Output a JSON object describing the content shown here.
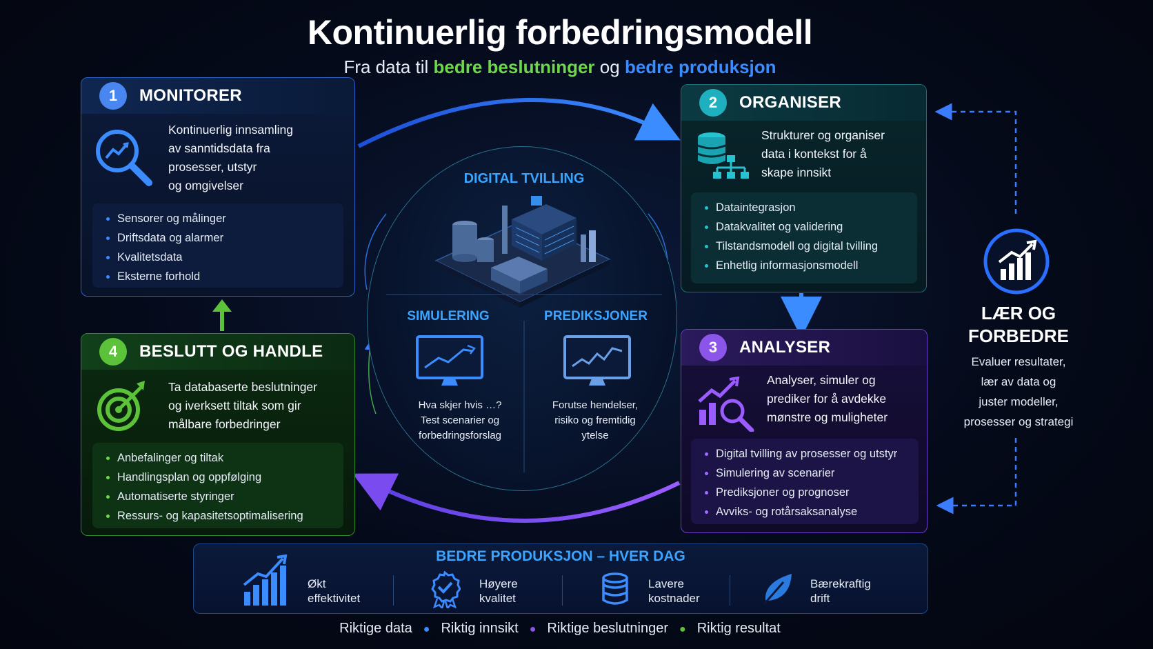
{
  "title": "Kontinuerlig forbedringsmodell",
  "subtitle": {
    "prefix": "Fra data til",
    "highlight1": "bedre beslutninger",
    "middle": "og",
    "highlight2": "bedre produksjon"
  },
  "cards": {
    "monitor": {
      "number": "1",
      "title": "MONITORER",
      "icon": "magnifier-chart-icon",
      "desc": [
        "Kontinuerlig innsamling",
        "av sanntidsdata fra",
        "prosesser, utstyr",
        "og omgivelser"
      ],
      "bullets": [
        "Sensorer og målinger",
        "Driftsdata og alarmer",
        "Kvalitetsdata",
        "Eksterne forhold"
      ]
    },
    "organise": {
      "number": "2",
      "title": "ORGANISER",
      "icon": "database-network-icon",
      "desc": [
        "Strukturer og organiser",
        "data i kontekst for å",
        "skape innsikt"
      ],
      "bullets": [
        "Dataintegrasjon",
        "Datakvalitet og validering",
        "Tilstandsmodell og digital tvilling",
        "Enhetlig informasjonsmodell"
      ]
    },
    "analyse": {
      "number": "3",
      "title": "ANALYSER",
      "icon": "analytics-magnifier-icon",
      "desc": [
        "Analyser, simuler og",
        "prediker for å avdekke",
        "mønstre og muligheter"
      ],
      "bullets": [
        "Digital tvilling av prosesser og utstyr",
        "Simulering av scenarier",
        "Prediksjoner og prognoser",
        "Avviks- og rotårsaksanalyse"
      ]
    },
    "decide": {
      "number": "4",
      "title": "BESLUTT OG HANDLE",
      "icon": "target-arrow-icon",
      "desc": [
        "Ta databaserte beslutninger",
        "og iverksett tiltak som gir",
        "målbare forbedringer"
      ],
      "bullets": [
        "Anbefalinger og tiltak",
        "Handlingsplan og oppfølging",
        "Automatiserte styringer",
        "Ressurs- og kapasitetsoptimalisering"
      ]
    }
  },
  "center": {
    "title": "DIGITAL TVILLING",
    "simulation": {
      "title": "SIMULERING",
      "text": [
        "Hva skjer hvis …?",
        "Test scenarier og",
        "forbedringsforslag"
      ]
    },
    "prediction": {
      "title": "PREDIKSJONER",
      "text": [
        "Forutse hendelser,",
        "risiko og fremtidig",
        "ytelse"
      ]
    }
  },
  "learn": {
    "title": [
      "LÆR OG",
      "FORBEDRE"
    ],
    "text": [
      "Evaluer resultater,",
      "lær av data og",
      "juster modeller,",
      "prosesser og strategi"
    ]
  },
  "bottom": {
    "title": "BEDRE PRODUKSJON – HVER DAG",
    "benefits": [
      {
        "icon": "growth-chart-icon",
        "line1": "Økt",
        "line2": "effektivitet"
      },
      {
        "icon": "quality-badge-icon",
        "line1": "Høyere",
        "line2": "kvalitet"
      },
      {
        "icon": "coins-icon",
        "line1": "Lavere",
        "line2": "kostnader"
      },
      {
        "icon": "leaf-icon",
        "line1": "Bærekraftig",
        "line2": "drift"
      }
    ]
  },
  "footer": [
    "Riktige data",
    "Riktig innsikt",
    "Riktige beslutninger",
    "Riktig resultat"
  ],
  "colors": {
    "blue": "#3b8cff",
    "green": "#6fd84a",
    "teal": "#1fb0bf",
    "purple": "#8a55e8"
  }
}
